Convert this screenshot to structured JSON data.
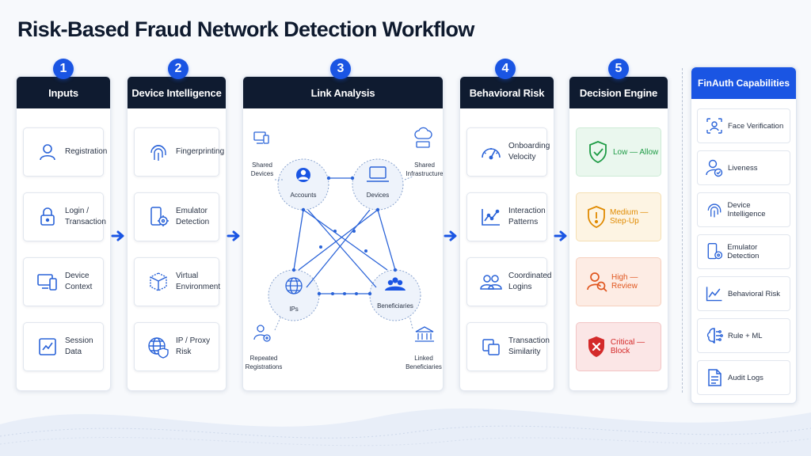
{
  "title": "Risk-Based Fraud Network Detection Workflow",
  "steps": [
    {
      "number": "1",
      "header": "Inputs",
      "items": [
        {
          "line1": "Registration",
          "line2": "",
          "icon": "user-icon"
        },
        {
          "line1": "Login /",
          "line2": "Transaction",
          "icon": "lock-icon"
        },
        {
          "line1": "Device",
          "line2": "Context",
          "icon": "devices-icon"
        },
        {
          "line1": "Session",
          "line2": "Data",
          "icon": "chart-icon"
        }
      ]
    },
    {
      "number": "2",
      "header": "Device Intelligence",
      "items": [
        {
          "line1": "Fingerprinting",
          "line2": "",
          "icon": "fingerprint-icon"
        },
        {
          "line1": "Emulator",
          "line2": "Detection",
          "icon": "phone-target-icon"
        },
        {
          "line1": "Virtual",
          "line2": "Environment",
          "icon": "cube-icon"
        },
        {
          "line1": "IP / Proxy",
          "line2": "Risk",
          "icon": "globe-shield-icon"
        }
      ]
    },
    {
      "number": "3",
      "header": "Link Analysis",
      "nodes": {
        "accounts": "Accounts",
        "devices": "Devices",
        "ips": "IPs",
        "beneficiaries": "Beneficiaries"
      },
      "annotations": {
        "shared_devices_1": "Shared",
        "shared_devices_2": "Devices",
        "shared_infra_1": "Shared",
        "shared_infra_2": "Infrastructure",
        "repeated_1": "Repeated",
        "repeated_2": "Registrations",
        "linked_1": "Linked",
        "linked_2": "Beneficiaries"
      }
    },
    {
      "number": "4",
      "header": "Behavioral Risk",
      "items": [
        {
          "line1": "Onboarding",
          "line2": "Velocity",
          "icon": "speedometer-icon"
        },
        {
          "line1": "Interaction",
          "line2": "Patterns",
          "icon": "line-chart-icon"
        },
        {
          "line1": "Coordinated",
          "line2": "Logins",
          "icon": "users-icon"
        },
        {
          "line1": "Transaction",
          "line2": "Similarity",
          "icon": "copy-icon"
        }
      ]
    },
    {
      "number": "5",
      "header": "Decision Engine",
      "decisions": [
        {
          "label": "Low — Allow",
          "color": "#1e9b45",
          "bg": "#eaf7ee",
          "icon": "shield-check-icon"
        },
        {
          "label": "Medium — Step-Up",
          "color": "#e08a00",
          "bg": "#fdf4e3",
          "icon": "shield-exclamation-icon"
        },
        {
          "label": "High — Review",
          "color": "#e0561f",
          "bg": "#fdece4",
          "icon": "user-search-icon"
        },
        {
          "label": "Critical — Block",
          "color": "#d42a2a",
          "bg": "#fbe6e6",
          "icon": "shield-x-icon"
        }
      ]
    }
  ],
  "capabilities": {
    "header": "FinAuth Capabilities",
    "items": [
      {
        "label": "Face Verification",
        "icon": "face-scan-icon"
      },
      {
        "label": "Liveness",
        "icon": "user-check-icon"
      },
      {
        "label": "Device Intelligence",
        "icon": "fingerprint-icon"
      },
      {
        "label": "Emulator Detection",
        "icon": "phone-target-icon"
      },
      {
        "label": "Behavioral Risk",
        "icon": "line-chart-icon"
      },
      {
        "label": "Rule + ML",
        "icon": "brain-icon"
      },
      {
        "label": "Audit Logs",
        "icon": "document-icon"
      }
    ]
  },
  "colors": {
    "accent": "#1a55e3",
    "header_dark": "#0f1b30",
    "icon_blue": "#2a63d8"
  }
}
